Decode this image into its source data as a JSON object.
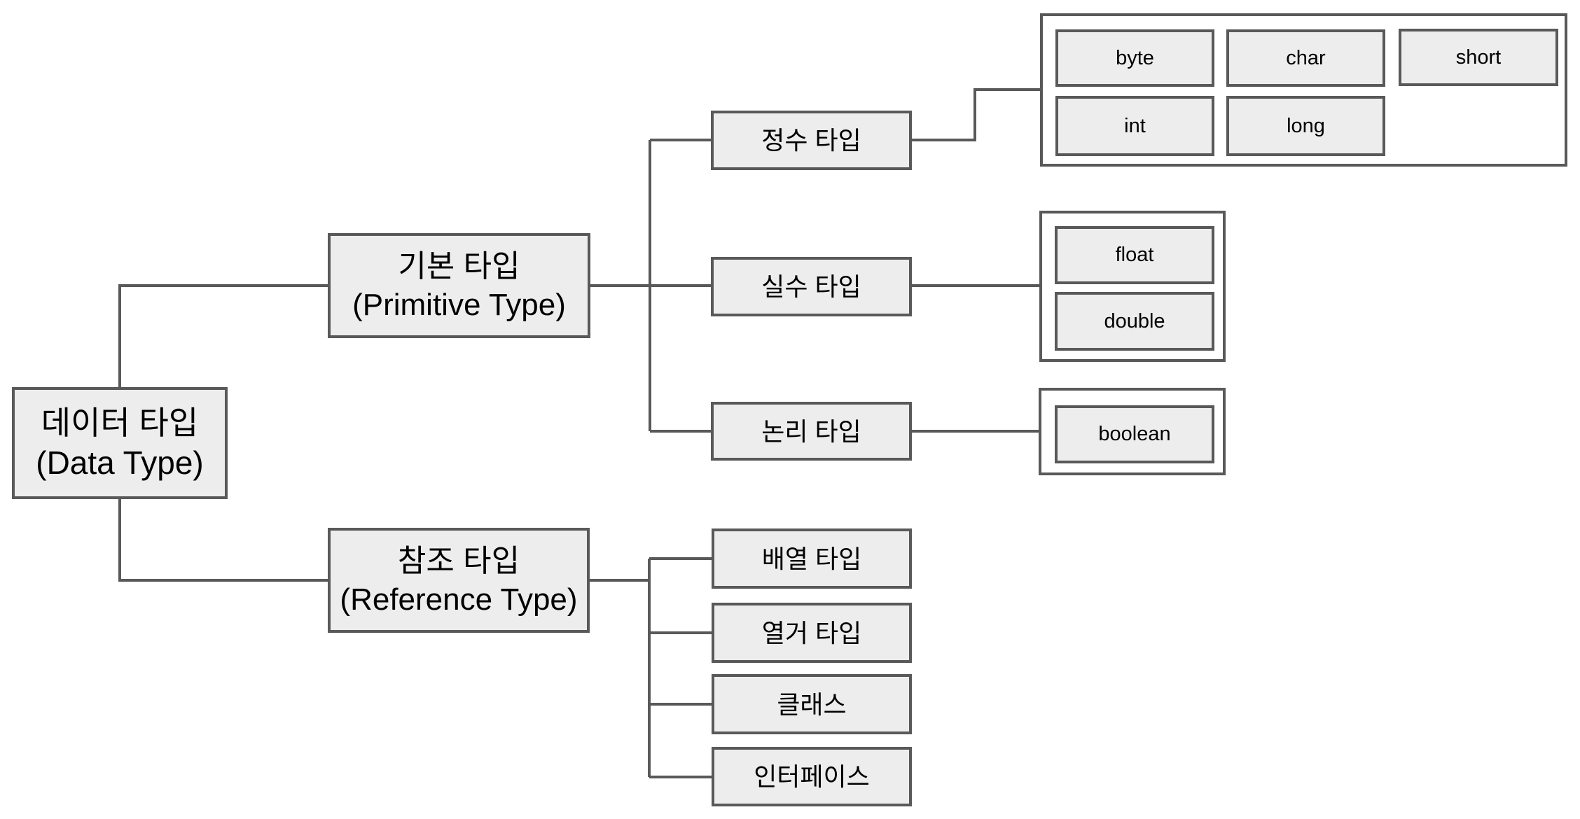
{
  "diagram": {
    "root": {
      "label": "데이터 타입",
      "sublabel": "(Data Type)"
    },
    "primitive": {
      "label": "기본 타입",
      "sublabel": "(Primitive Type)"
    },
    "reference": {
      "label": "참조 타입",
      "sublabel": "(Reference Type)"
    },
    "primitive_children": {
      "integer": {
        "label": "정수 타입"
      },
      "floating": {
        "label": "실수 타입"
      },
      "logical": {
        "label": "논리 타입"
      }
    },
    "reference_children": {
      "array": {
        "label": "배열 타입"
      },
      "enumeration": {
        "label": "열거 타입"
      },
      "class": {
        "label": "클래스"
      },
      "interface": {
        "label": "인터페이스"
      }
    },
    "integer_leaves": {
      "byte": "byte",
      "char": "char",
      "short": "short",
      "int": "int",
      "long": "long"
    },
    "floating_leaves": {
      "float": "float",
      "double": "double"
    },
    "logical_leaves": {
      "boolean": "boolean"
    },
    "colors": {
      "background": "#ffffff",
      "node_fill": "#ededed",
      "node_border": "#595959",
      "connector": "#595959",
      "group_fill": "#ffffff",
      "text": "#000000"
    }
  }
}
